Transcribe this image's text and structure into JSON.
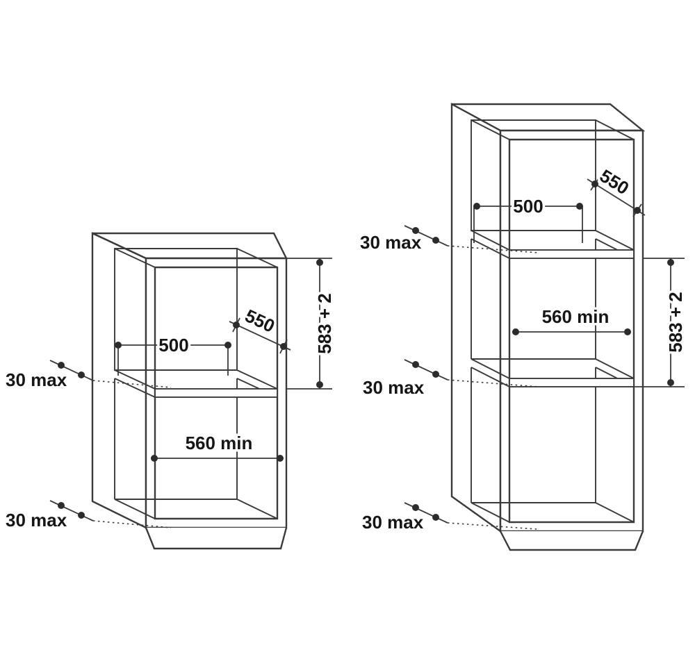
{
  "figure": {
    "background": "#ffffff",
    "line_color": "#3a3a3a",
    "text_color": "#161616",
    "dot_color": "#2c2c2c"
  },
  "left_cabinet": {
    "width_top": "500",
    "depth": "550",
    "niche_height": "583 + 2",
    "rear_top": "30 max",
    "min_width": "560 min",
    "rear_bottom": "30 max"
  },
  "right_cabinet": {
    "depth": "550",
    "width_top": "500",
    "rear_top": "30 max",
    "niche_height": "583 + 2",
    "min_width": "560 min",
    "rear_middle": "30 max",
    "rear_bottom": "30 max"
  }
}
